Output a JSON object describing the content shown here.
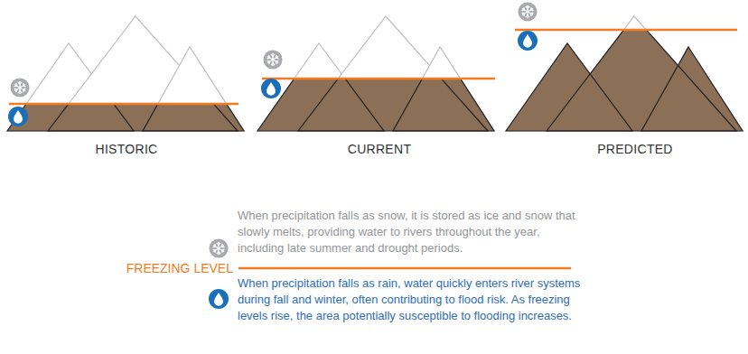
{
  "diagram": {
    "labels": [
      "HISTORIC",
      "CURRENT",
      "PREDICTED"
    ],
    "legend": [
      {
        "text": "When precipitation falls as snow, it is stored as ice and snow that slowly melts, providing water to rivers throughout the year, including late summer and drought periods."
      },
      {
        "text": "FREEZING LEVEL"
      },
      {
        "text": "When precipitation falls as rain, water quickly enters river systems during fall and winter, often contributing to flood risk. As freezing levels rise, the area potentially susceptible to flooding increases."
      }
    ]
  }
}
